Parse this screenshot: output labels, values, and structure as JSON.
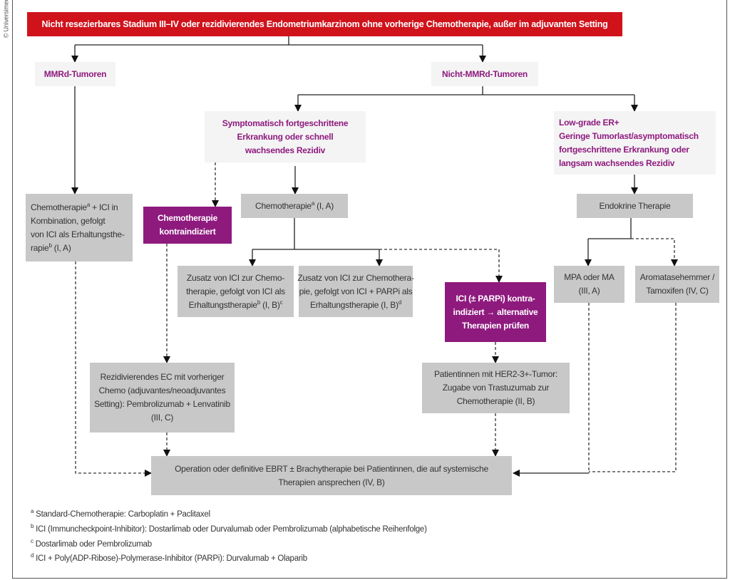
{
  "copyright": "© Universimed",
  "colors": {
    "title_bg": "#d0121b",
    "purple": "#8e1a7e",
    "grey_box": "#c8c8c8",
    "light_box": "#f4f4f4"
  },
  "title": "Nicht resezierbares Stadium III–IV oder rezidivierendes Endometriumkarzinom ohne vorherige Chemotherapie, außer im adjuvanten Setting",
  "mmrd": "MMRd-Tumoren",
  "non_mmrd": "Nicht-MMRd-Tumoren",
  "symptomatic": [
    "Symptomatisch fortgeschrittene",
    "Erkrankung oder schnell",
    "wachsendes Rezidiv"
  ],
  "low_grade": [
    "Low-grade ER+",
    "Geringe Tumorlast/asymptomatisch",
    "fortgeschrittene Erkrankung oder",
    "langsam wachsendes Rezidiv"
  ],
  "chemo_ici": {
    "l1": "Chemotherapie",
    "sup_a": "a",
    "l1b": " + ICI in",
    "l2": "Kombination, gefolgt",
    "l3": "von ICI als Erhaltungsthe-",
    "l4": "rapie",
    "sup_b": "b",
    "l4b": " (I, A)"
  },
  "chemo_contra": [
    "Chemotherapie",
    "kontraindiziert"
  ],
  "chemo": {
    "text": "Chemotherapie",
    "sup": "a",
    "rest": " (I, A)"
  },
  "endocrine": "Endokrine Therapie",
  "add_ici": {
    "l1": "Zusatz von ICI zur Chemo-",
    "l2": "therapie, gefolgt von ICI als",
    "l3": "Erhaltungstherapie",
    "sup_b": "b",
    "l3b": " (I, B)",
    "sup_c": "c"
  },
  "add_ici_parpi": {
    "l1": "Zusatz von ICI zur Chemothera-",
    "l2": "pie, gefolgt von ICI + PARPi als",
    "l3": "Erhaltungstherapie (I, B)",
    "sup_d": "d"
  },
  "ici_contra": [
    "ICI (± PARPi) kontra-",
    "indiziert → alternative",
    "Therapien prüfen"
  ],
  "mpa": [
    "MPA oder MA",
    "(III, A)"
  ],
  "aromatase": [
    "Aromatasehemmer /",
    "Tamoxifen (IV, C)"
  ],
  "recurrent": [
    "Rezidivierendes EC mit vorheriger",
    "Chemo (adjuvantes/neoadjuvantes",
    "Setting): Pembrolizumab + Lenvatinib",
    "(III, C)"
  ],
  "her2": [
    "Patientinnen mit HER2-3+-Tumor:",
    "Zugabe von Trastuzumab zur",
    "Chemotherapie (II, B)"
  ],
  "surgery": [
    "Operation oder definitive EBRT ± Brachytherapie bei Patientinnen, die auf systemische",
    "Therapien ansprechen (IV, B)"
  ],
  "footnotes": [
    {
      "mark": "a",
      "text": " Standard-Chemotherapie: Carboplatin + Paclitaxel"
    },
    {
      "mark": "b",
      "text": " ICI (Immuncheckpoint-Inhibitor): Dostarlimab oder Durvalumab oder Pembrolizumab (alphabetische Reihenfolge)"
    },
    {
      "mark": "c",
      "text": " Dostarlimab oder Pembrolizumab"
    },
    {
      "mark": "d",
      "text": " ICI + Poly(ADP-Ribose)-Polymerase-Inhibitor (PARPi): Durvalumab + Olaparib"
    }
  ]
}
